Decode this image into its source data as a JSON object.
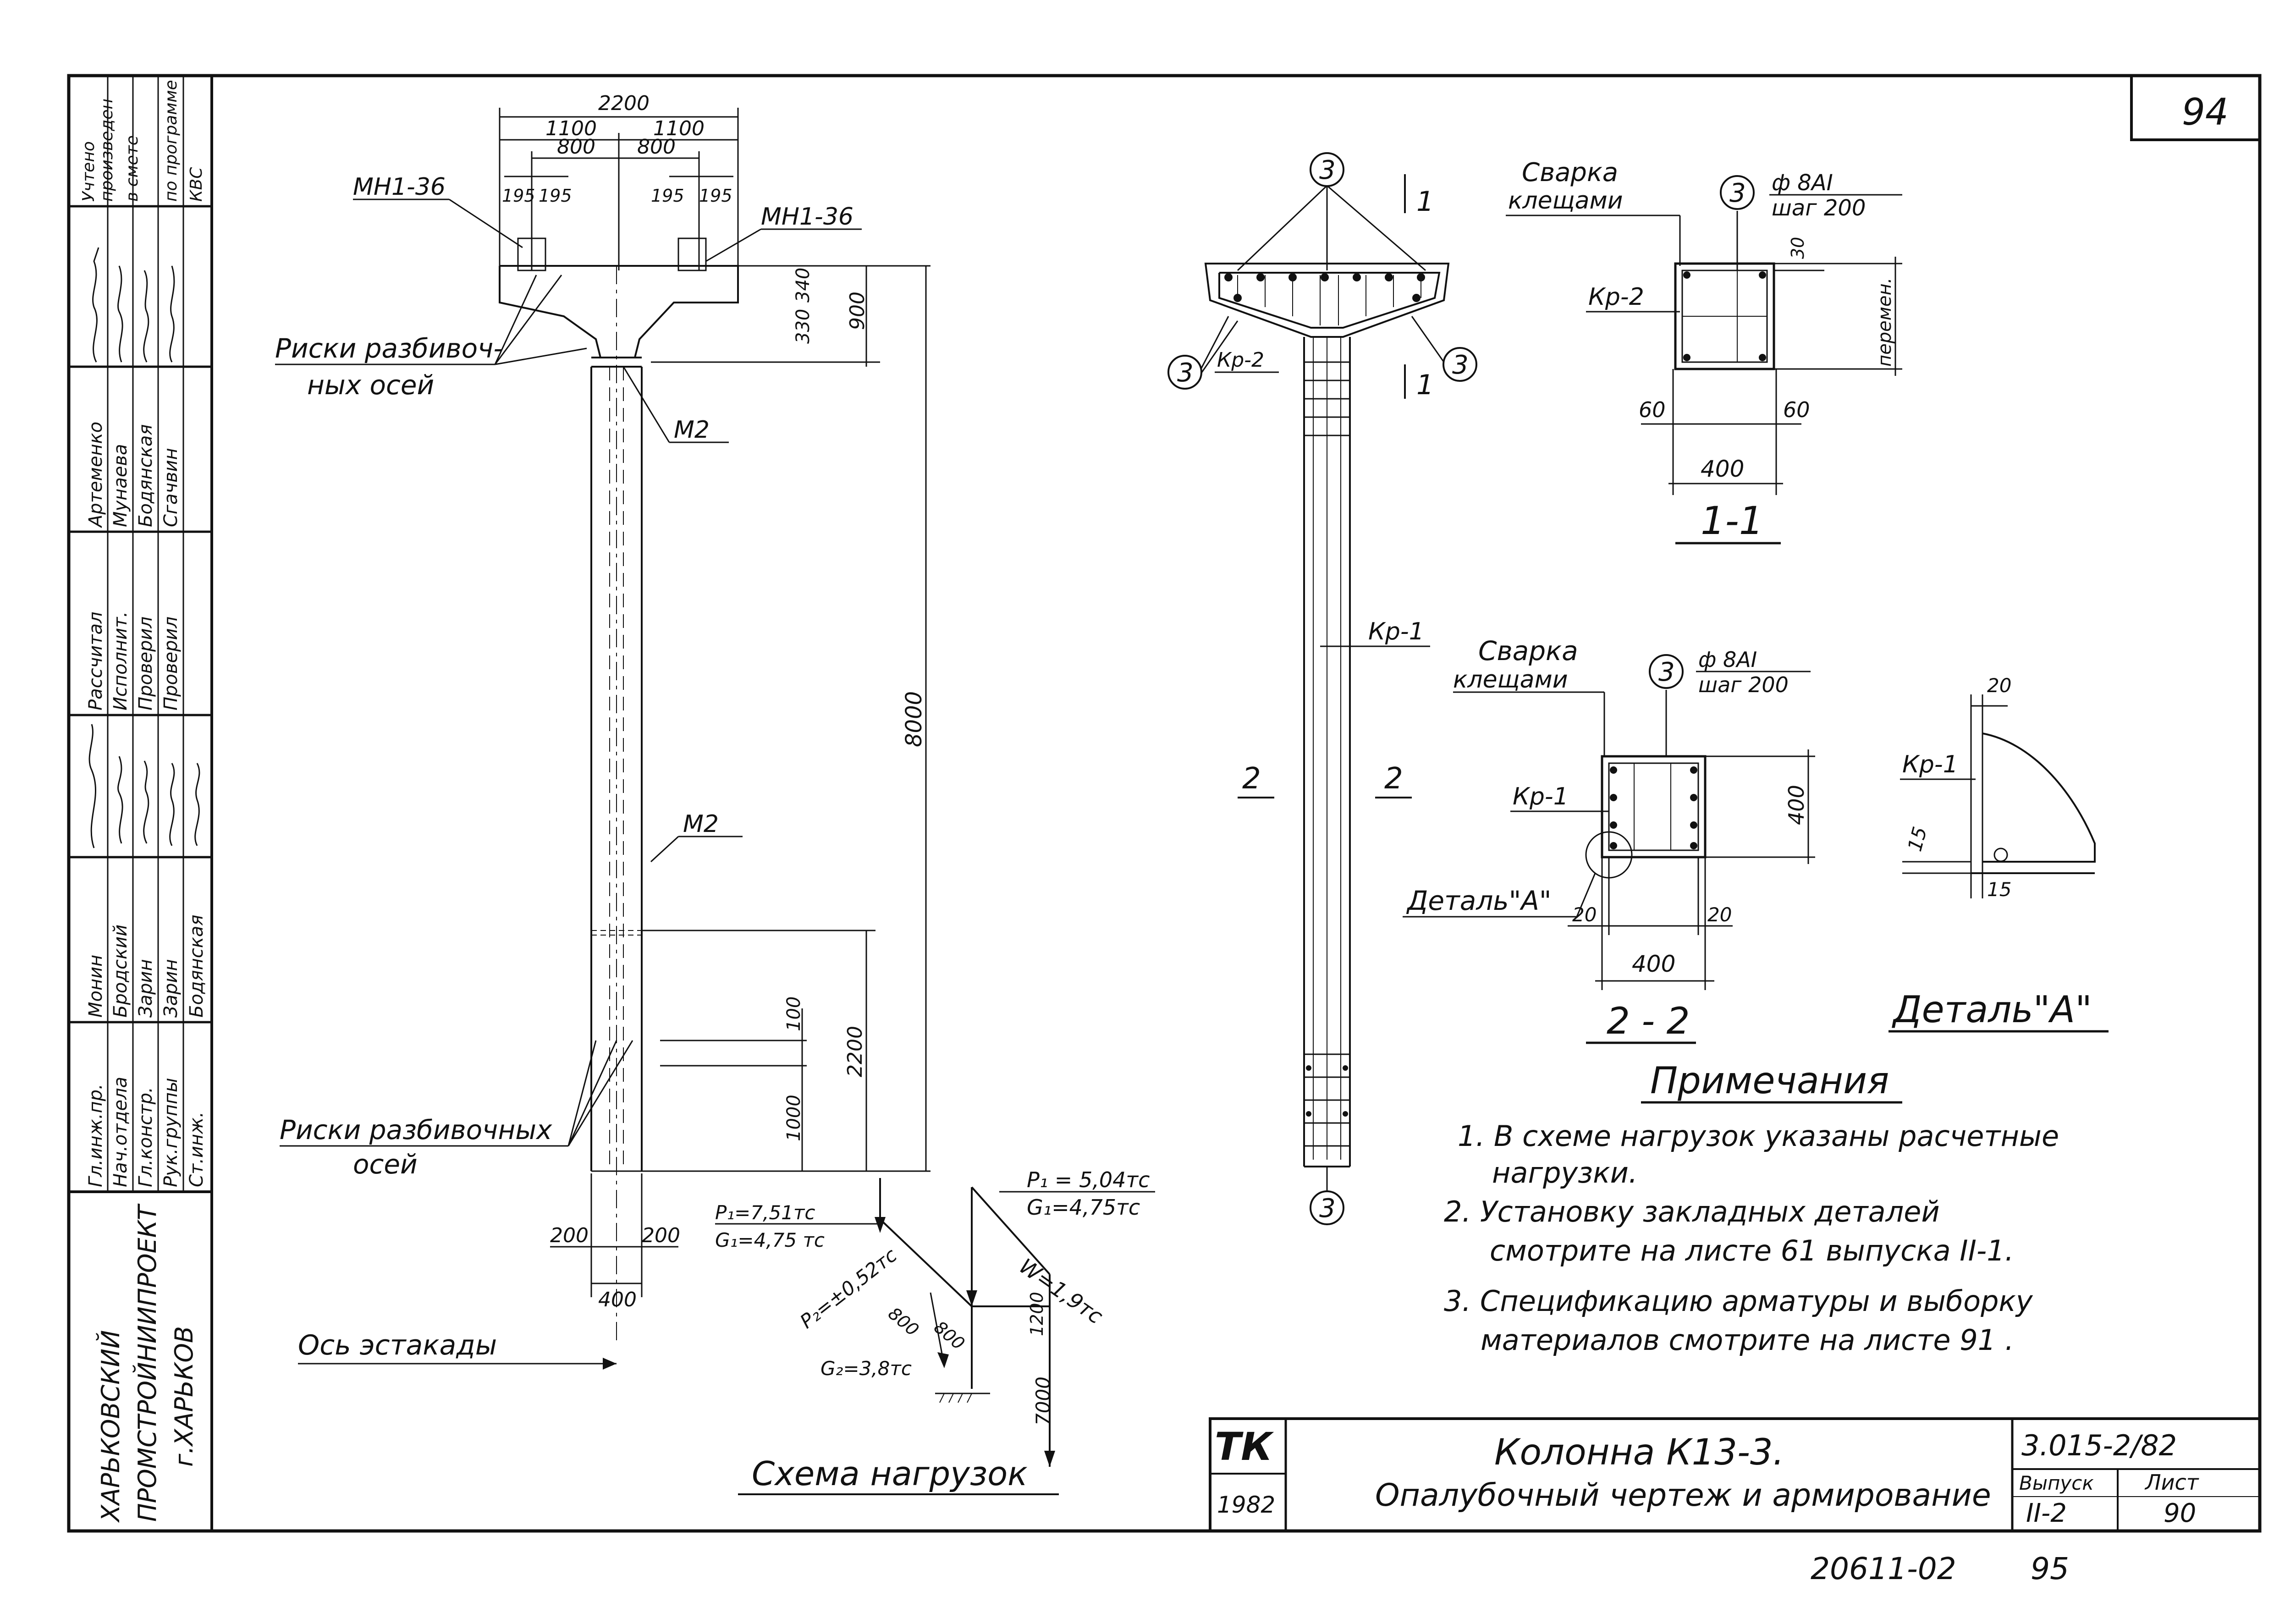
{
  "sheet_number": "94",
  "bottom_code": "20611-02",
  "bottom_number": "95",
  "stamp": {
    "org_line1": "ХАРЬКОВСКИЙ",
    "org_line2": "ПРОМСТРОЙНИИПРОЕКТ",
    "org_line3": "г.ХАРЬКОВ",
    "col1": [
      "Гл.инж.пр.",
      "Нач.отдела",
      "Гл.констр.",
      "Рук.группы",
      "Ст.инж."
    ],
    "col2": [
      "Монин",
      "Бродский",
      "Зарин",
      "Зарин",
      "Бодянская"
    ],
    "col4": [
      "Рассчитал",
      "Исполнит.",
      "Проверил",
      "Проверил"
    ],
    "col5": [
      "Артеменко",
      "Мунаева",
      "Бодянская",
      "Сгачвин"
    ],
    "col7": [
      "Учтено",
      "произведен",
      "в смете",
      "по программе",
      "КВС"
    ]
  },
  "title_block": {
    "tk": "ТК",
    "year": "1982",
    "title_line1": "Колонна  К13-3.",
    "title_line2": "Опалубочный чертеж и армирование",
    "doc_code": "3.015-2/82",
    "issue_label": "Выпуск",
    "issue_value": "II-2",
    "sheet_label": "Лист",
    "sheet_value": "90"
  },
  "formwork": {
    "dims_top": [
      "2200",
      "1100",
      "1100",
      "800",
      "800",
      "195",
      "195",
      "195",
      "195"
    ],
    "mn_left": "МН1-36",
    "mn_right": "МН1-36",
    "dims_right": [
      "330",
      "340",
      "900",
      "8000",
      "2200",
      "100",
      "1000"
    ],
    "label_axes_top_1": "Риски разбивоч-",
    "label_axes_top_2": "ных осей",
    "m2_top": "М2",
    "m2_mid": "М2",
    "label_axes_bottom_1": "Риски разбивочных",
    "label_axes_bottom_2": "осей",
    "dims_bottom": [
      "200",
      "200",
      "400"
    ],
    "axis_label": "Ось эстакады"
  },
  "loads": {
    "p1_left": "P₁=7,51тс",
    "g1_left": "G₁=4,75 тс",
    "p1_right": "P₁ = 5,04тс",
    "g1_right": "G₁=4,75тс",
    "w": "W=1,9тс",
    "p2": "P₂=±0,52тс",
    "g2": "G₂=3,8тс",
    "dims": [
      "800",
      "800",
      "1200",
      "7000"
    ],
    "title": "Схема нагрузок"
  },
  "reinforcement": {
    "mark3": "3",
    "cut1": "1",
    "cut2": "2",
    "kp2": "Кр-2",
    "kp1": "Кр-1"
  },
  "section11": {
    "weld_1": "Сварка",
    "weld_2": "клещами",
    "mark": "3",
    "bar": "ф 8АI",
    "step": "шаг 200",
    "kp": "Кр-2",
    "dim_top": "30",
    "dim_side": "перемен.",
    "dim_60l": "60",
    "dim_60r": "60",
    "dim_400": "400",
    "title": "1-1"
  },
  "section22": {
    "weld_1": "Сварка",
    "weld_2": "клещами",
    "mark": "3",
    "bar": "ф 8АI",
    "step": "шаг 200",
    "kp": "Кр-1",
    "detail": "Деталь\"А\"",
    "dim_400v": "400",
    "dim_20l": "20",
    "dim_20r": "20",
    "dim_400h": "400",
    "title": "2 - 2"
  },
  "detail_a": {
    "kp": "Кр-1",
    "dim_20": "20",
    "dim_15a": "15",
    "dim_15b": "15",
    "title": "Деталь\"А\""
  },
  "notes": {
    "heading": "Примечания",
    "n1a": "1. В схеме нагрузок указаны расчетные",
    "n1b": "нагрузки.",
    "n2a": "2. Установку закладных деталей",
    "n2b": "смотрите на листе 61 выпуска II-1.",
    "n3a": "3. Спецификацию арматуры и выборку",
    "n3b": "материалов смотрите на листе 91 ."
  }
}
